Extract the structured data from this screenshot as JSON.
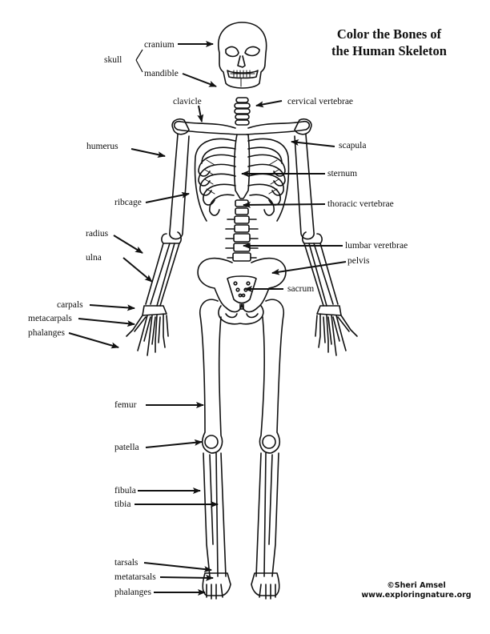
{
  "title": {
    "line1": "Color the Bones of",
    "line2": "the Human Skeleton"
  },
  "labels": {
    "skull": "skull",
    "cranium": "cranium",
    "mandible": "mandible",
    "clavicle": "clavicle",
    "cervical_vertebrae": "cervical vertebrae",
    "humerus": "humerus",
    "scapula": "scapula",
    "sternum": "sternum",
    "ribcage": "ribcage",
    "thoracic_vertebrae": "thoracic vertebrae",
    "radius": "radius",
    "lumbar_vertebrae": "lumbar veretbrae",
    "ulna": "ulna",
    "pelvis": "pelvis",
    "sacrum": "sacrum",
    "carpals": "carpals",
    "metacarpals": "metacarpals",
    "phalanges_hand": "phalanges",
    "femur": "femur",
    "patella": "patella",
    "fibula": "fibula",
    "tibia": "tibia",
    "tarsals": "tarsals",
    "metatarsals": "metatarsals",
    "phalanges_foot": "phalanges"
  },
  "credit": {
    "author": "©Sheri Amsel",
    "website": "www.exploringnature.org"
  },
  "colors": {
    "line": "#111111",
    "background": "#ffffff"
  }
}
